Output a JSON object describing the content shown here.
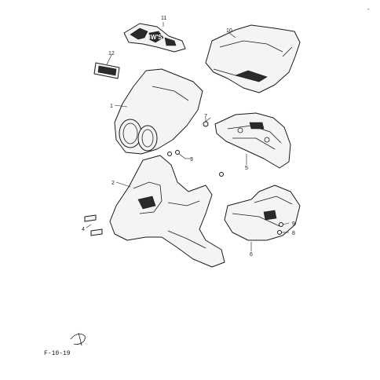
{
  "callouts": [
    {
      "id": "1",
      "label": "1"
    },
    {
      "id": "2",
      "label": "2"
    },
    {
      "id": "3",
      "label": "3"
    },
    {
      "id": "4",
      "label": "4"
    },
    {
      "id": "5",
      "label": "5"
    },
    {
      "id": "6",
      "label": "6"
    },
    {
      "id": "7",
      "label": "7"
    },
    {
      "id": "8",
      "label": "8"
    },
    {
      "id": "9",
      "label": "9"
    },
    {
      "id": "10",
      "label": "10"
    },
    {
      "id": "11",
      "label": "11"
    },
    {
      "id": "12",
      "label": "12"
    }
  ],
  "emblem_text": "BW'S",
  "footer_code": "F-10-19",
  "corner_mark": "-"
}
